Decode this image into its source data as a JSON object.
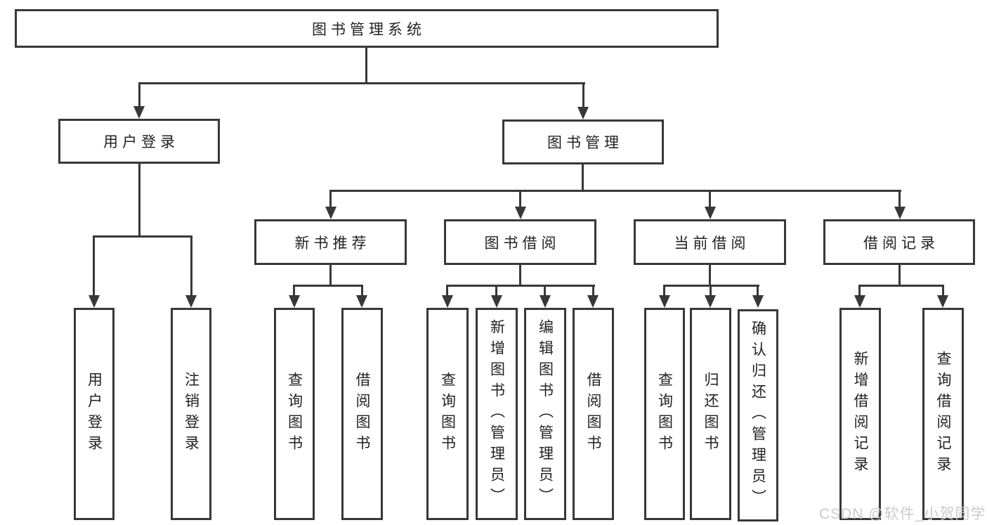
{
  "colors": {
    "line": "#383838",
    "text": "#222222",
    "background": "#ffffff",
    "watermark": "#cbcbcb"
  },
  "watermark": {
    "text": "CSDN @软件_小贺同学"
  },
  "tree": {
    "root": {
      "label": "图书管理系统"
    },
    "l1": [
      {
        "label": "用户登录",
        "children": [
          {
            "label": "用户登录"
          },
          {
            "label": "注销登录"
          }
        ]
      },
      {
        "label": "图书管理",
        "children": [
          {
            "label": "新书推荐",
            "children": [
              {
                "label": "查询图书"
              },
              {
                "label": "借阅图书"
              }
            ]
          },
          {
            "label": "图书借阅",
            "children": [
              {
                "label": "查询图书"
              },
              {
                "label": "新增图书（管理员）"
              },
              {
                "label": "编辑图书（管理员）"
              },
              {
                "label": "借阅图书"
              }
            ]
          },
          {
            "label": "当前借阅",
            "children": [
              {
                "label": "查询图书"
              },
              {
                "label": "归还图书"
              },
              {
                "label": "确认归还（管理员）"
              }
            ]
          },
          {
            "label": "借阅记录",
            "children": [
              {
                "label": "新增借阅记录"
              },
              {
                "label": "查询借阅记录"
              }
            ]
          }
        ]
      }
    ]
  }
}
